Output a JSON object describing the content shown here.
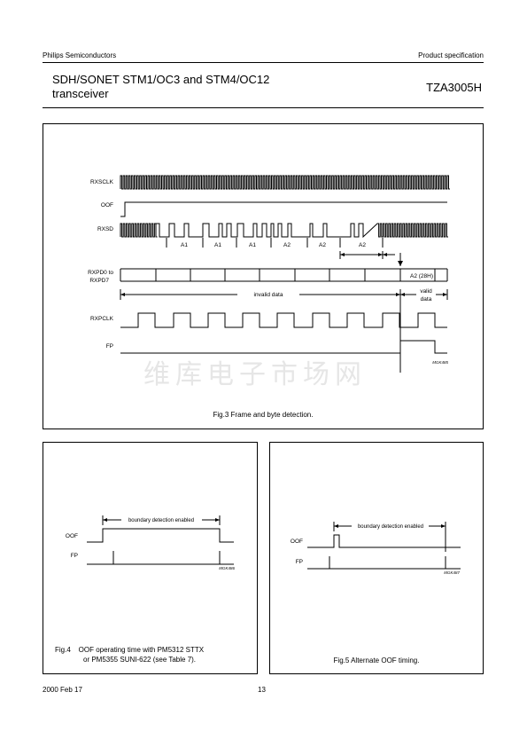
{
  "header": {
    "company": "Philips Semiconductors",
    "doc_type": "Product specification",
    "title_line1": "SDH/SONET STM1/OC3 and STM4/OC12",
    "title_line2": "transceiver",
    "part_number": "TZA3005H"
  },
  "fig3": {
    "signals": [
      "RXSCLK",
      "OOF",
      "RXSD",
      "RXPD0 to",
      "RXPD7",
      "RXPCLK",
      "FP"
    ],
    "byte_labels": [
      "A1",
      "A1",
      "A1",
      "A2",
      "A2",
      "A2"
    ],
    "data_label": "A2 (28H)",
    "invalid_label": "invalid data",
    "valid_label_1": "valid",
    "valid_label_2": "data",
    "code": "MGK485",
    "caption": "Fig.3 Frame and byte detection."
  },
  "fig4": {
    "annotation": "boundary detection enabled",
    "signals": [
      "OOF",
      "FP"
    ],
    "code": "MGK486",
    "caption_line1": "Fig.4    OOF operating time with PM5312 STTX",
    "caption_line2": "or PM5355 SUNI-622 (see Table 7)."
  },
  "fig5": {
    "annotation": "boundary detection enabled",
    "signals": [
      "OOF",
      "FP"
    ],
    "code": "MGK487",
    "caption": "Fig.5 Alternate OOF timing."
  },
  "watermark": "维库电子市场网",
  "footer": {
    "date": "2000 Feb 17",
    "page": "13"
  }
}
